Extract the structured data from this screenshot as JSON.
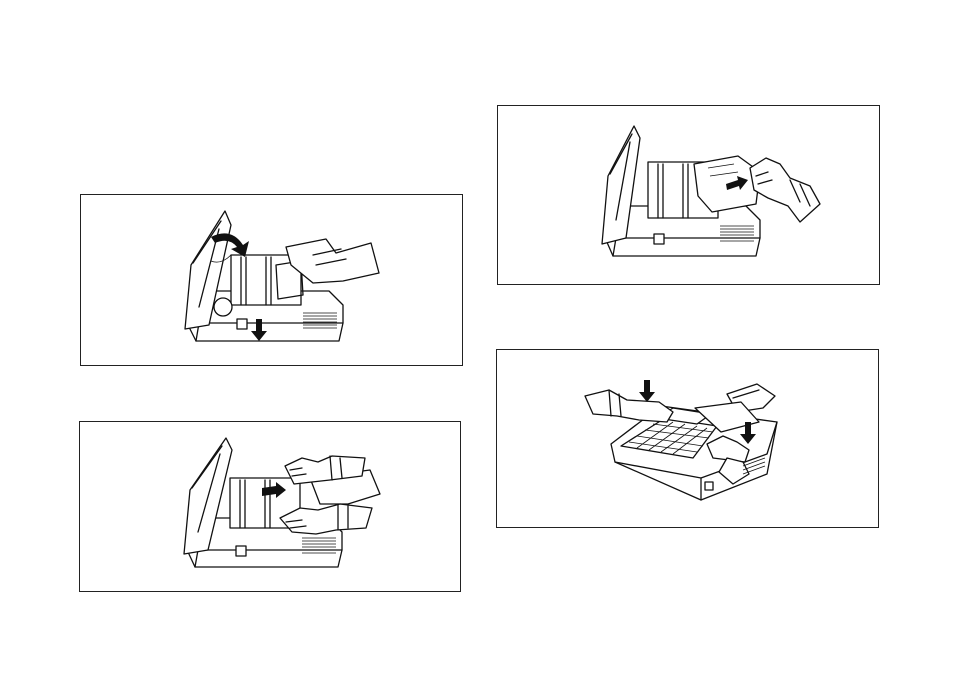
{
  "page": {
    "background": "#ffffff",
    "line_color": "#111111"
  },
  "figures": [
    {
      "id": "fig-1",
      "depicts": "fax-unit-cover-open-arrow-down-icon"
    },
    {
      "id": "fig-2",
      "depicts": "hands-removing-paper-icon"
    },
    {
      "id": "fig-3",
      "depicts": "hand-pulling-paper-arrow-right-icon"
    },
    {
      "id": "fig-4",
      "depicts": "hands-closing-cover-arrows-down-icon"
    }
  ]
}
